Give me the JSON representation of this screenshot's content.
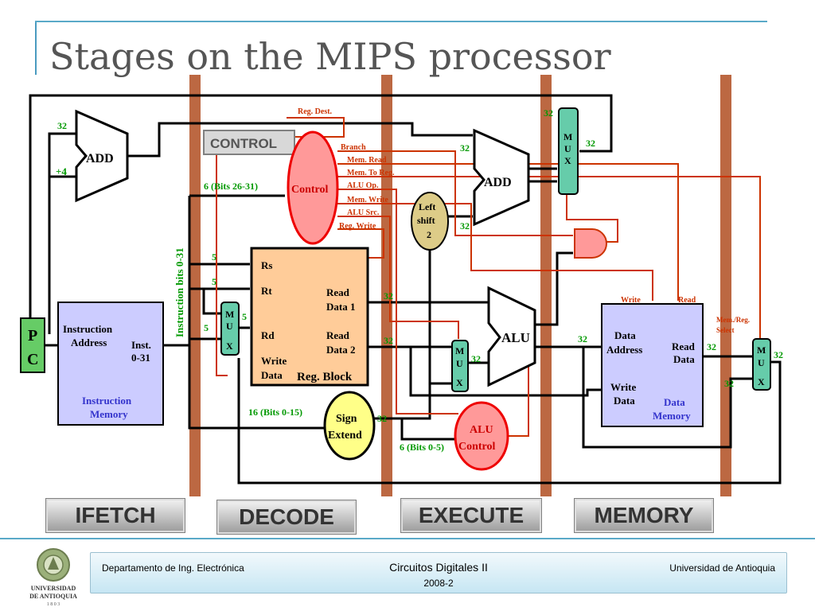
{
  "slide": {
    "title": "Stages on the MIPS processor"
  },
  "diagram": {
    "pc_label": "P\nC",
    "pc_top": "P",
    "pc_bottom": "C",
    "add1": "ADD",
    "add1_in_32": "32",
    "add1_in_4": "+4",
    "control_tag": "CONTROL",
    "control": "Control",
    "reg_dest": "Reg. Dest.",
    "branch": "Branch",
    "mem_read": "Mem. Read",
    "mem_to_reg": "Mem. To Reg.",
    "alu_op": "ALU Op.",
    "mem_write": "Mem. Write",
    "alu_src": "ALU Src.",
    "reg_write": "Reg. Write",
    "bits_26_31": "6 (Bits 26-31)",
    "instruction_bits": "Instruction bits 0-31",
    "imem": {
      "addr1": "Instruction",
      "addr2": "Address",
      "inst1": "Inst.",
      "inst2": "0-31",
      "name1": "Instruction",
      "name2": "Memory"
    },
    "regblock": {
      "rs": "Rs",
      "rt": "Rt",
      "rd": "Rd",
      "write1": "Write",
      "write2": "Data",
      "rd1a": "Read",
      "rd1b": "Data 1",
      "rd2a": "Read",
      "rd2b": "Data 2",
      "name": "Reg. Block"
    },
    "five_a": "5",
    "five_b": "5",
    "five_c": "5",
    "five_d": "5",
    "mux_m": "M",
    "mux_u": "U",
    "mux_x": "X",
    "left_shift1": "Left",
    "left_shift2": "shift",
    "left_shift3": "2",
    "add2": "ADD",
    "alu": "ALU",
    "sign1": "Sign",
    "sign2": "Extend",
    "bits_0_15": "16 (Bits 0-15)",
    "bits_0_5": "6 (Bits 0-5)",
    "alu_control1": "ALU",
    "alu_control2": "Control",
    "dmem": {
      "da1": "Data",
      "da2": "Address",
      "rd1": "Read",
      "rd2": "Data",
      "wd1": "Write",
      "wd2": "Data",
      "name1": "Data",
      "name2": "Memory",
      "write": "Write",
      "read": "Read"
    },
    "mem_reg_select1": "Mem./Reg.",
    "mem_reg_select2": "Select",
    "w32": "32"
  },
  "stages": [
    "IFETCH",
    "DECODE",
    "EXECUTE",
    "MEMORY"
  ],
  "footer": {
    "left": "Departamento de Ing. Electrónica",
    "center": "Circuitos Digitales II",
    "center_sub": "2008-2",
    "right": "Universidad de Antioquia"
  },
  "logo": {
    "line1": "UNIVERSIDAD",
    "line2": "DE ANTIOQUIA",
    "line3": "1 8 0 3"
  },
  "colors": {
    "pipeline_bar": "#b5582e",
    "control_red": "#cc3300",
    "signal_green": "#009900",
    "component_blue": "#ccccff",
    "reg_block": "#ffcc99",
    "mux_teal": "#66ccaa"
  }
}
